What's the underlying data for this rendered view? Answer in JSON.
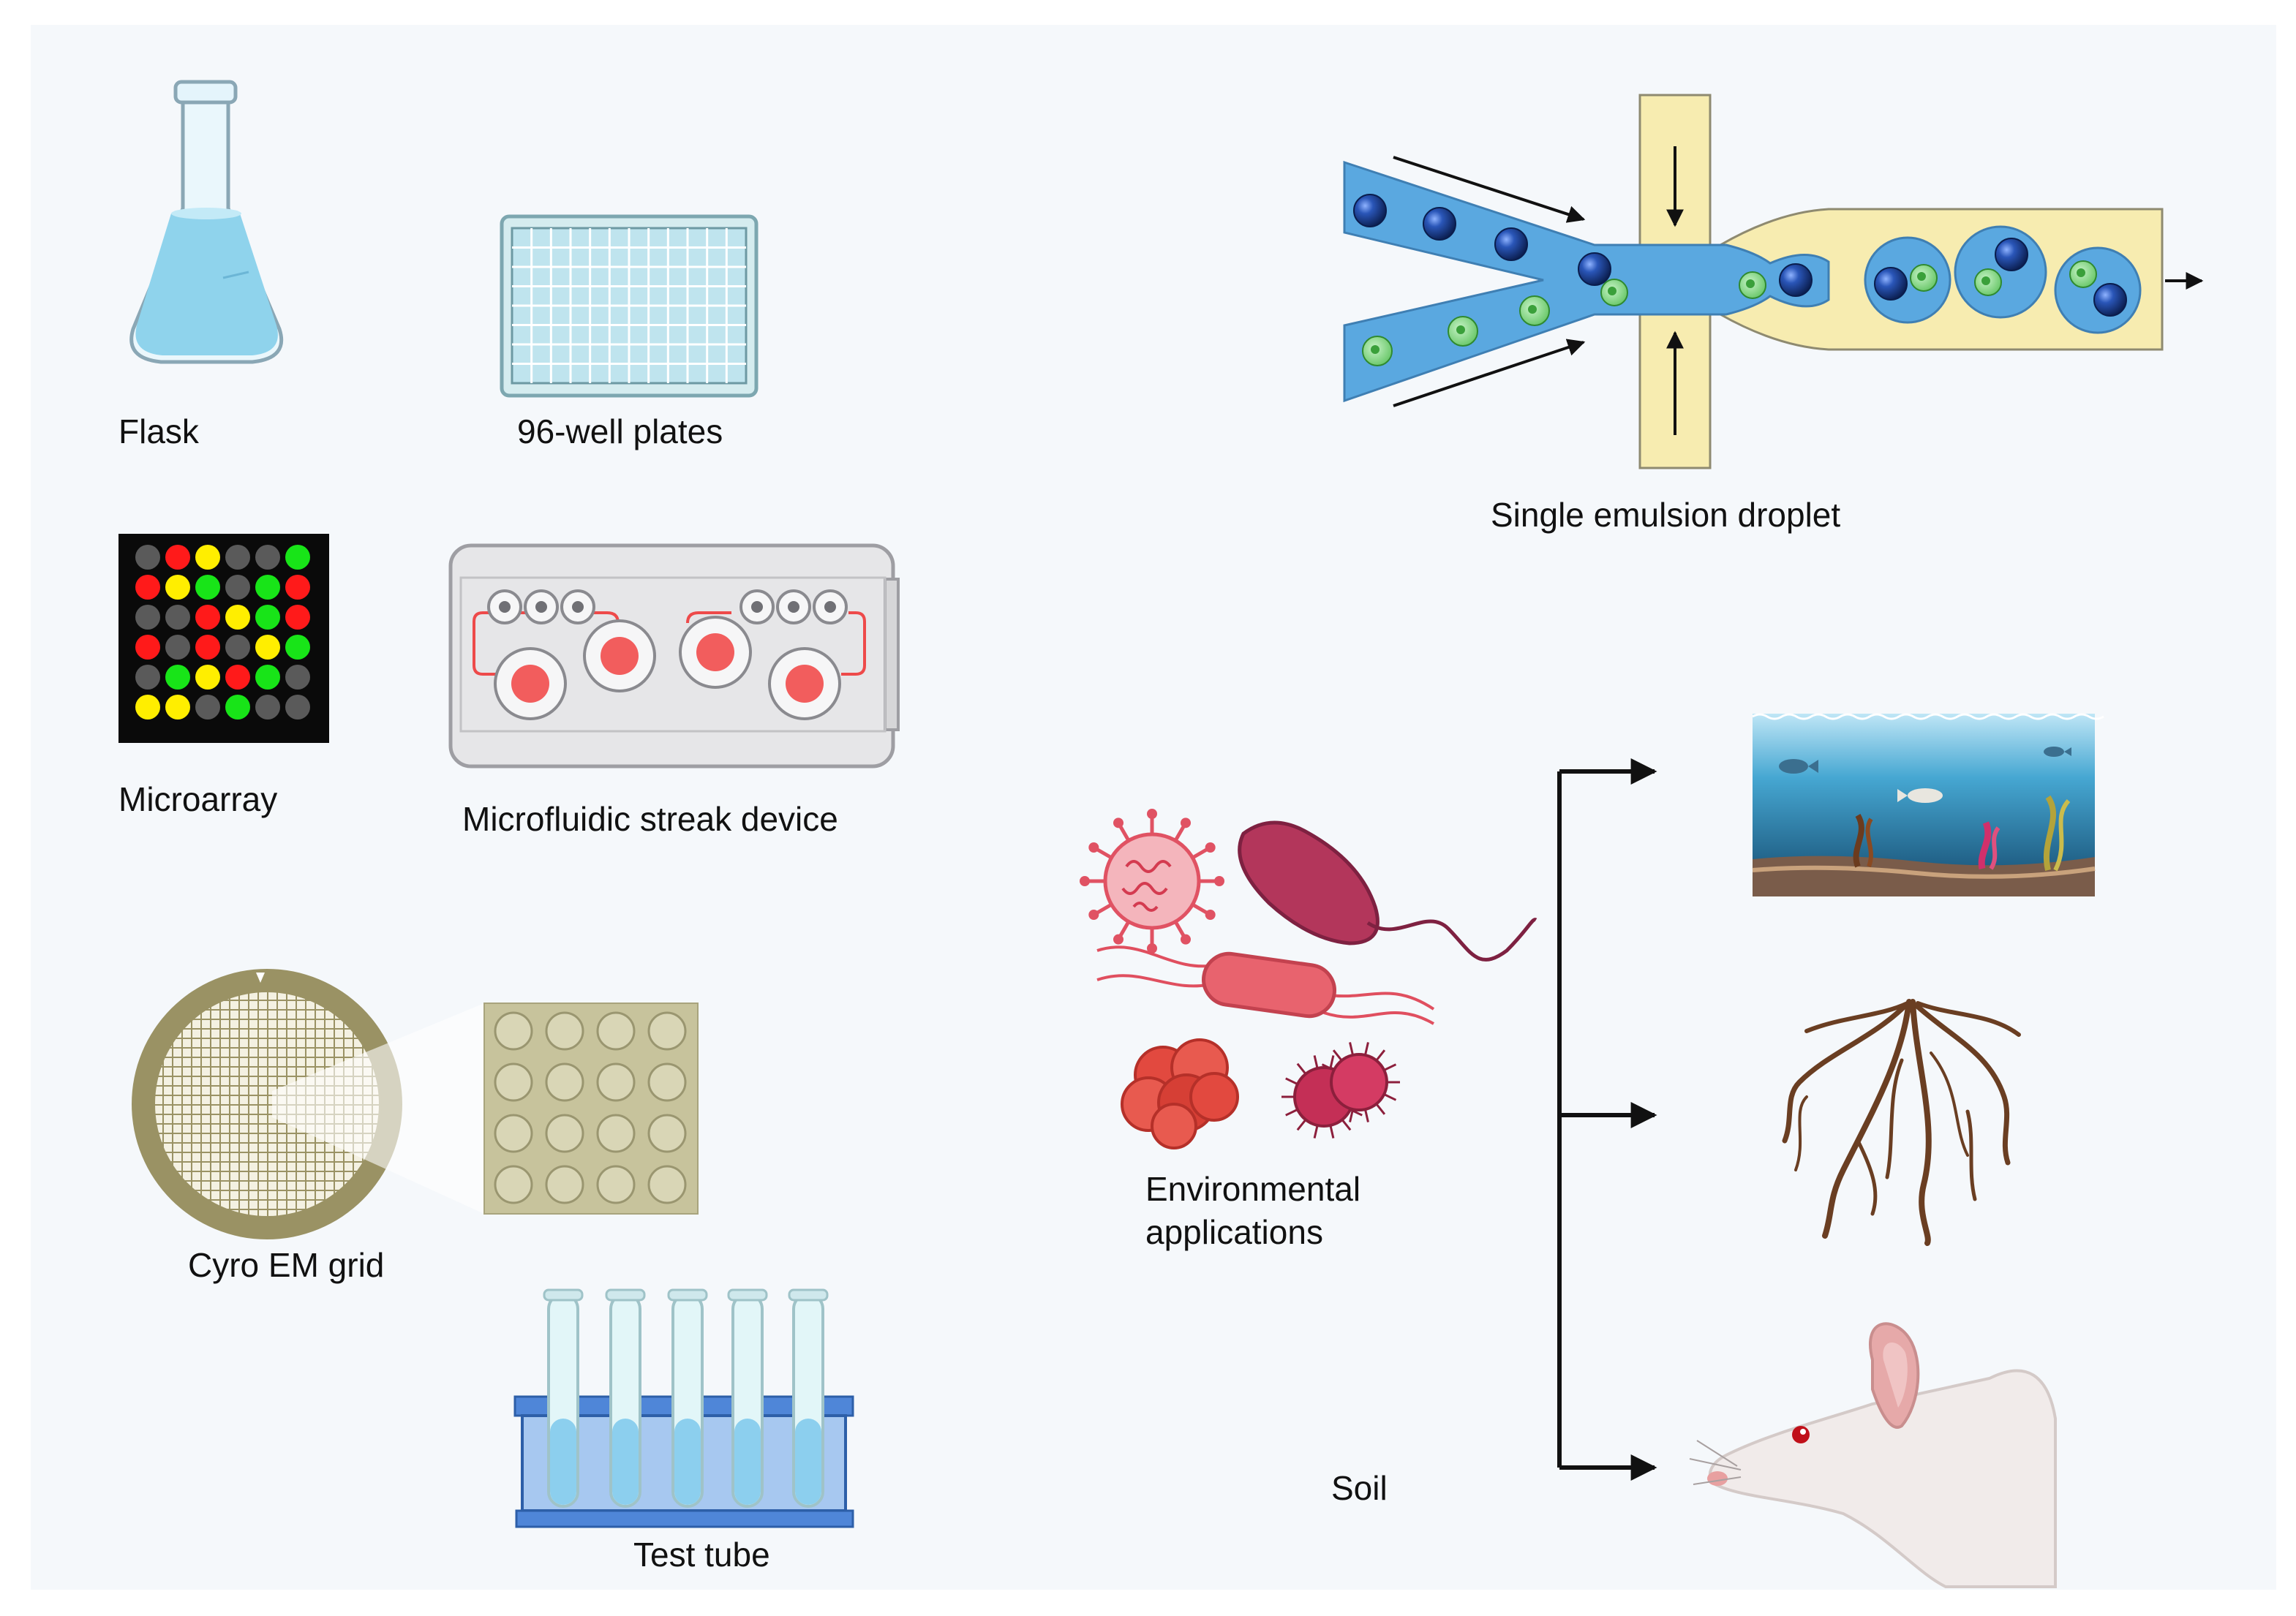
{
  "labels": {
    "flask": "Flask",
    "well_plate": "96-well plates",
    "microarray": "Microarray",
    "microfluidic": "Microfluidic streak device",
    "cryo_grid": "Cyro EM grid",
    "test_tube": "Test tube",
    "droplet": "Single emulsion droplet",
    "environmental": [
      "Environmental",
      "applications"
    ],
    "soil": "Soil"
  },
  "microarray_spots": [
    [
      "gray",
      "red",
      "yellow",
      "gray",
      "gray",
      "green"
    ],
    [
      "red",
      "yellow",
      "green",
      "gray",
      "green",
      "red"
    ],
    [
      "gray",
      "gray",
      "red",
      "yellow",
      "green",
      "red"
    ],
    [
      "red",
      "gray",
      "red",
      "gray",
      "yellow",
      "green"
    ],
    [
      "gray",
      "green",
      "yellow",
      "red",
      "green",
      "gray"
    ],
    [
      "yellow",
      "yellow",
      "gray",
      "green",
      "gray",
      "gray"
    ]
  ],
  "colors": {
    "red": "#ff1a1a",
    "green": "#18e418",
    "yellow": "#ffee00",
    "gray": "#5a5a5a",
    "channel_blue": "#5aa8e0",
    "channel_yellow": "#f7ecb0",
    "bead_dark": "#1c3e8c",
    "cell_green": "#7ed87e",
    "ocean": "#2d86b8",
    "soil_brown": "#6a3e22",
    "microbe_red": "#e04f5f"
  },
  "icons": {
    "flask": "erlenmeyer-flask-icon",
    "plate": "well-plate-icon",
    "chip": "microfluidic-chip-icon",
    "grid": "cryo-em-grid-icon",
    "rack": "test-tube-rack-icon",
    "ocean": "ocean-scene-icon",
    "roots": "plant-root-icon",
    "mouse": "mouse-head-icon",
    "microbes": "microbe-cluster-icon"
  }
}
